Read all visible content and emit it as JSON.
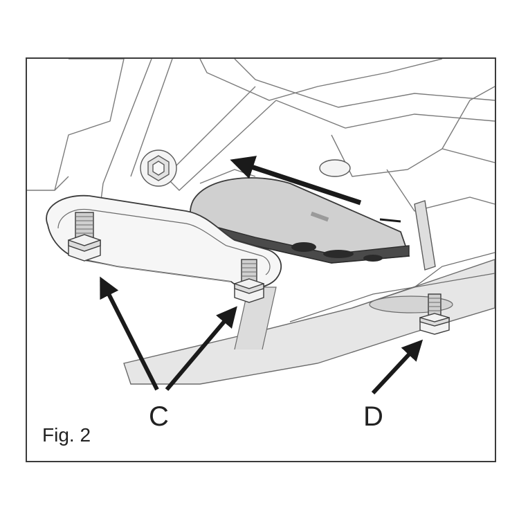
{
  "figure": {
    "caption": "Fig. 2",
    "labels": {
      "c": "C",
      "d": "D"
    }
  },
  "colors": {
    "line": "#4a4a4a",
    "fill_light": "#eeeeee",
    "fill_mid": "#c8c8c8",
    "fill_dark": "#555555",
    "arrow": "#1a1a1a"
  }
}
